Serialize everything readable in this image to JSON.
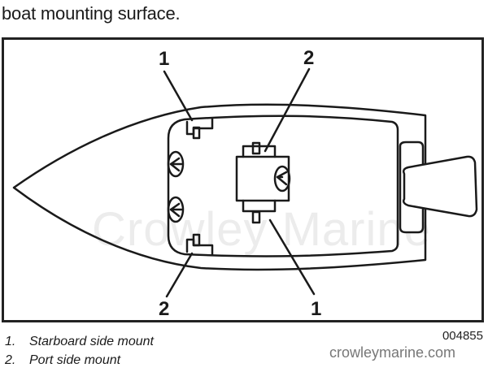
{
  "intro_text": "boat mounting surface.",
  "figure": {
    "watermark": "Crowley Marine",
    "callouts": [
      {
        "label": "1",
        "target": "starboard-console-mount",
        "position": "top-left"
      },
      {
        "label": "2",
        "target": "port-center-mount",
        "position": "top-center"
      },
      {
        "label": "2",
        "target": "port-console-mount",
        "position": "bottom-left"
      },
      {
        "label": "1",
        "target": "starboard-center-mount",
        "position": "bottom-center"
      }
    ],
    "icons": [
      "boat-hull-icon",
      "steering-wheel-icon",
      "outboard-motor-icon",
      "mount-bracket-icon"
    ]
  },
  "legend": [
    {
      "num": "1.",
      "label": "Starboard side mount"
    },
    {
      "num": "2.",
      "label": "Port side mount"
    }
  ],
  "figure_number": "004855",
  "site": "crowleymarine.com",
  "colors": {
    "line": "#1a1a1a",
    "watermark": "#ececec",
    "site_text": "#777777"
  }
}
